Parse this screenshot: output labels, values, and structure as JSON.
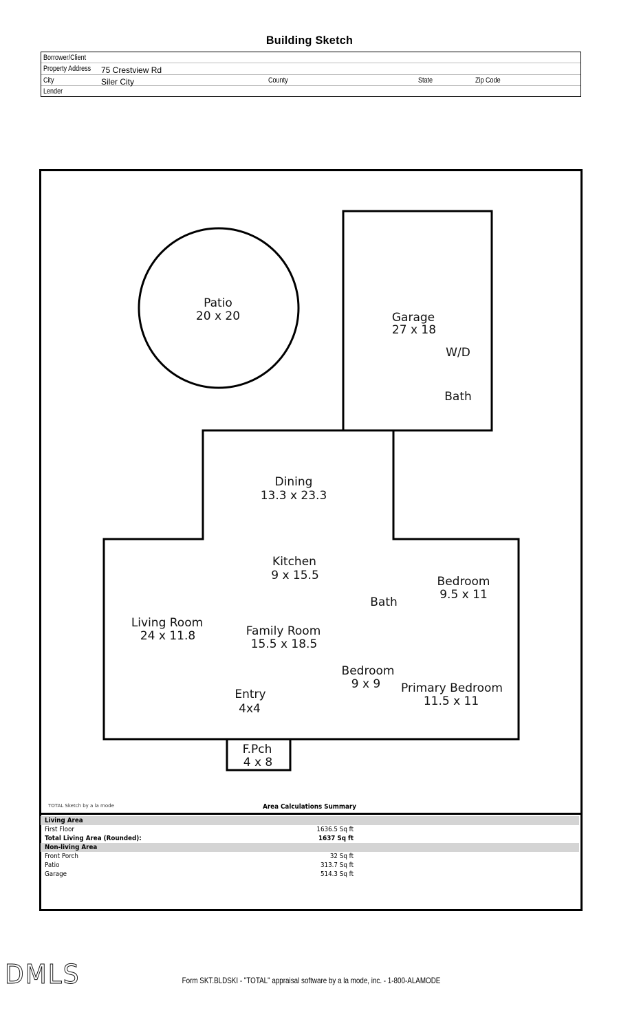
{
  "header": {
    "title": "Building Sketch"
  },
  "info": {
    "borrower_label": "Borrower/Client",
    "borrower_value": "",
    "address_label": "Property Address",
    "address_value": "75 Crestview Rd",
    "city_label": "City",
    "city_value": "Siler City",
    "county_label": "County",
    "state_label": "State",
    "zip_label": "Zip Code",
    "lender_label": "Lender"
  },
  "rooms": {
    "patio": {
      "name": "Patio",
      "dims": "20 x 20"
    },
    "garage": {
      "name": "Garage",
      "dims": "27 x 18"
    },
    "garage_wd": {
      "name": "W/D"
    },
    "garage_bath": {
      "name": "Bath"
    },
    "dining": {
      "name": "Dining",
      "dims": "13.3 x 23.3"
    },
    "kitchen": {
      "name": "Kitchen",
      "dims": "9 x 15.5"
    },
    "bedroom_ne": {
      "name": "Bedroom",
      "dims": "9.5 x 11"
    },
    "bath": {
      "name": "Bath"
    },
    "living": {
      "name": "Living Room",
      "dims": "24 x 11.8"
    },
    "family": {
      "name": "Family Room",
      "dims": "15.5 x 18.5"
    },
    "bedroom_s": {
      "name": "Bedroom",
      "dims": "9 x 9"
    },
    "primary": {
      "name": "Primary Bedroom",
      "dims": "11.5 x 11"
    },
    "entry": {
      "name": "Entry",
      "dims": "4x4"
    },
    "porch": {
      "name": "F.Pch",
      "dims": "4 x 8"
    }
  },
  "summary": {
    "credit": "TOTAL Sketch by a la mode",
    "title": "Area Calculations Summary",
    "living_header": "Living Area",
    "living_rows": [
      {
        "name": "First Floor",
        "area": "1636.5 Sq ft"
      }
    ],
    "total_label": "Total Living Area (Rounded):",
    "total_value": "1637 Sq ft",
    "nonliving_header": "Non-living Area",
    "nonliving_rows": [
      {
        "name": "Front Porch",
        "area": "32 Sq ft"
      },
      {
        "name": "Patio",
        "area": "313.7 Sq ft"
      },
      {
        "name": "Garage",
        "area": "514.3 Sq ft"
      }
    ]
  },
  "footer": {
    "logo": "DMLS",
    "form_text": "Form SKT.BLDSKI - \"TOTAL\" appraisal software by a la mode, inc. - 1-800-ALAMODE"
  }
}
